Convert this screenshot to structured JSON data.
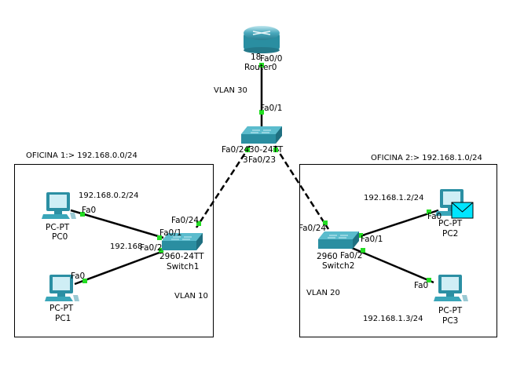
{
  "colors": {
    "link": "#000000",
    "port_up": "#22dd22",
    "device": "#3aa6b9",
    "envelope": "#00e5ff",
    "box": "#000000"
  },
  "offices": [
    {
      "title": "OFICINA 1:> 192.168.0.0/24",
      "vlan": "VLAN 10"
    },
    {
      "title": "OFICINA 2:> 192.168.1.0/24",
      "vlan": "VLAN 20"
    }
  ],
  "router": {
    "model_fragment": "18",
    "name": "Router0",
    "port": "Fa0/0",
    "icon": "router-icon"
  },
  "vlan30": "VLAN 30",
  "switch0": {
    "model_fragment": "30-24TT",
    "name_fragment": "3",
    "port_up": "Fa0/1",
    "port_left": "Fa0/24",
    "port_right": "Fa0/23",
    "icon": "switch-icon"
  },
  "switch1": {
    "model": "2960-24TT",
    "name": "Switch1",
    "port_uplink": "Fa0/24",
    "port_1": "Fa0/1",
    "port_2": "Fa0/2"
  },
  "switch2": {
    "model": "2960",
    "name": "Switch2",
    "port_uplink": "Fa0/24",
    "port_1": "Fa0/1",
    "port_2": "Fa0/2"
  },
  "pcs": [
    {
      "type": "PC-PT",
      "name": "PC0",
      "port": "Fa0",
      "ip": "192.168.0.2/24"
    },
    {
      "type": "PC-PT",
      "name": "PC1",
      "port": "Fa0",
      "ip": "192.168"
    },
    {
      "type": "PC-PT",
      "name": "PC2",
      "port": "Fa0",
      "ip": "192.168.1.2/24"
    },
    {
      "type": "PC-PT",
      "name": "PC3",
      "port": "Fa0",
      "ip": "192.168.1.3/24"
    }
  ]
}
